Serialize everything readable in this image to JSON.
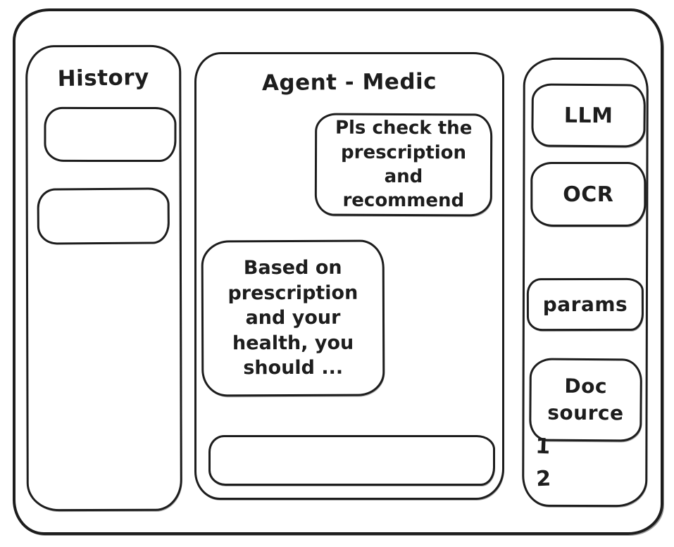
{
  "colors": {
    "ink": "#1d1d1d",
    "background": "#ffffff"
  },
  "history_panel": {
    "title": "History",
    "items": [
      "",
      ""
    ]
  },
  "chat_panel": {
    "title": "Agent - Medic",
    "messages": [
      {
        "role": "user",
        "text": "Pls check the\nprescription\nand recommend"
      },
      {
        "role": "assistant",
        "text": "Based on\nprescription\nand your\nhealth, you\nshould ..."
      }
    ],
    "input": {
      "value": "",
      "placeholder": ""
    }
  },
  "tools_panel": {
    "buttons": [
      {
        "label": "LLM"
      },
      {
        "label": "OCR"
      },
      {
        "label": "params"
      },
      {
        "label": "Doc\nsource"
      }
    ],
    "doc_source_items": [
      "1",
      "2"
    ]
  }
}
